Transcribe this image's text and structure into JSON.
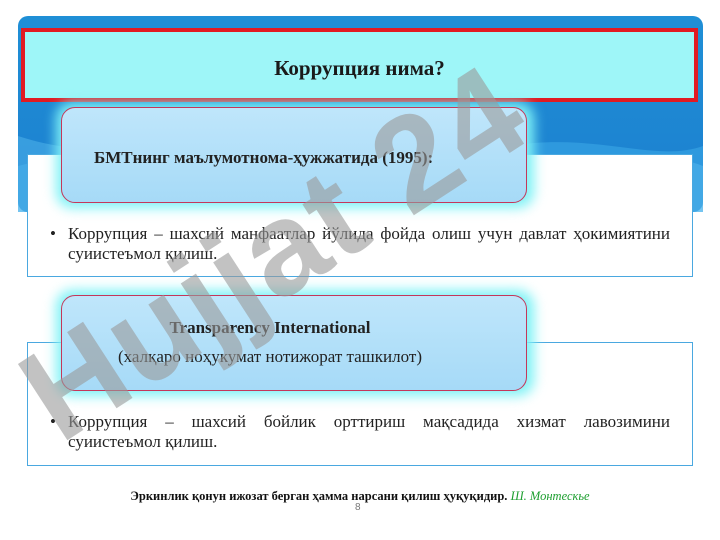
{
  "slide": {
    "title": "Коррупция нима?",
    "section1": {
      "source_title": "БМТнинг маълумотнома-ҳужжатида (1995):",
      "bullet": "•",
      "definition": "Коррупция – шахсий манфаатлар йўлида фойда олиш учун давлат ҳокимиятини суиистеъмол қилиш."
    },
    "section2": {
      "source_title": "Transparency International",
      "source_subtitle": "(халқаро ноҳукумат нотижорат ташкилот)",
      "bullet": "•",
      "definition": "Коррупция – шахсий бойлик орттириш мақсадида хизмат лавозимини суиистеъмол қилиш."
    },
    "quote": {
      "text": "Эркинлик қонун ижозат берган ҳамма нарсани қилиш ҳуқуқидир.",
      "author": "Ш. Монтескье"
    },
    "page_number": "8",
    "watermark_text": "Hujjat 24"
  },
  "colors": {
    "banner": "#1c7fcf",
    "title_fill": "#9ef6f8",
    "title_border": "#e11a22",
    "box_border": "#4aa8e0",
    "pill_fill": "#a6daf7",
    "pill_border": "#c5375a",
    "author": "#1b9e2e",
    "watermark": "#9a9a9a"
  }
}
